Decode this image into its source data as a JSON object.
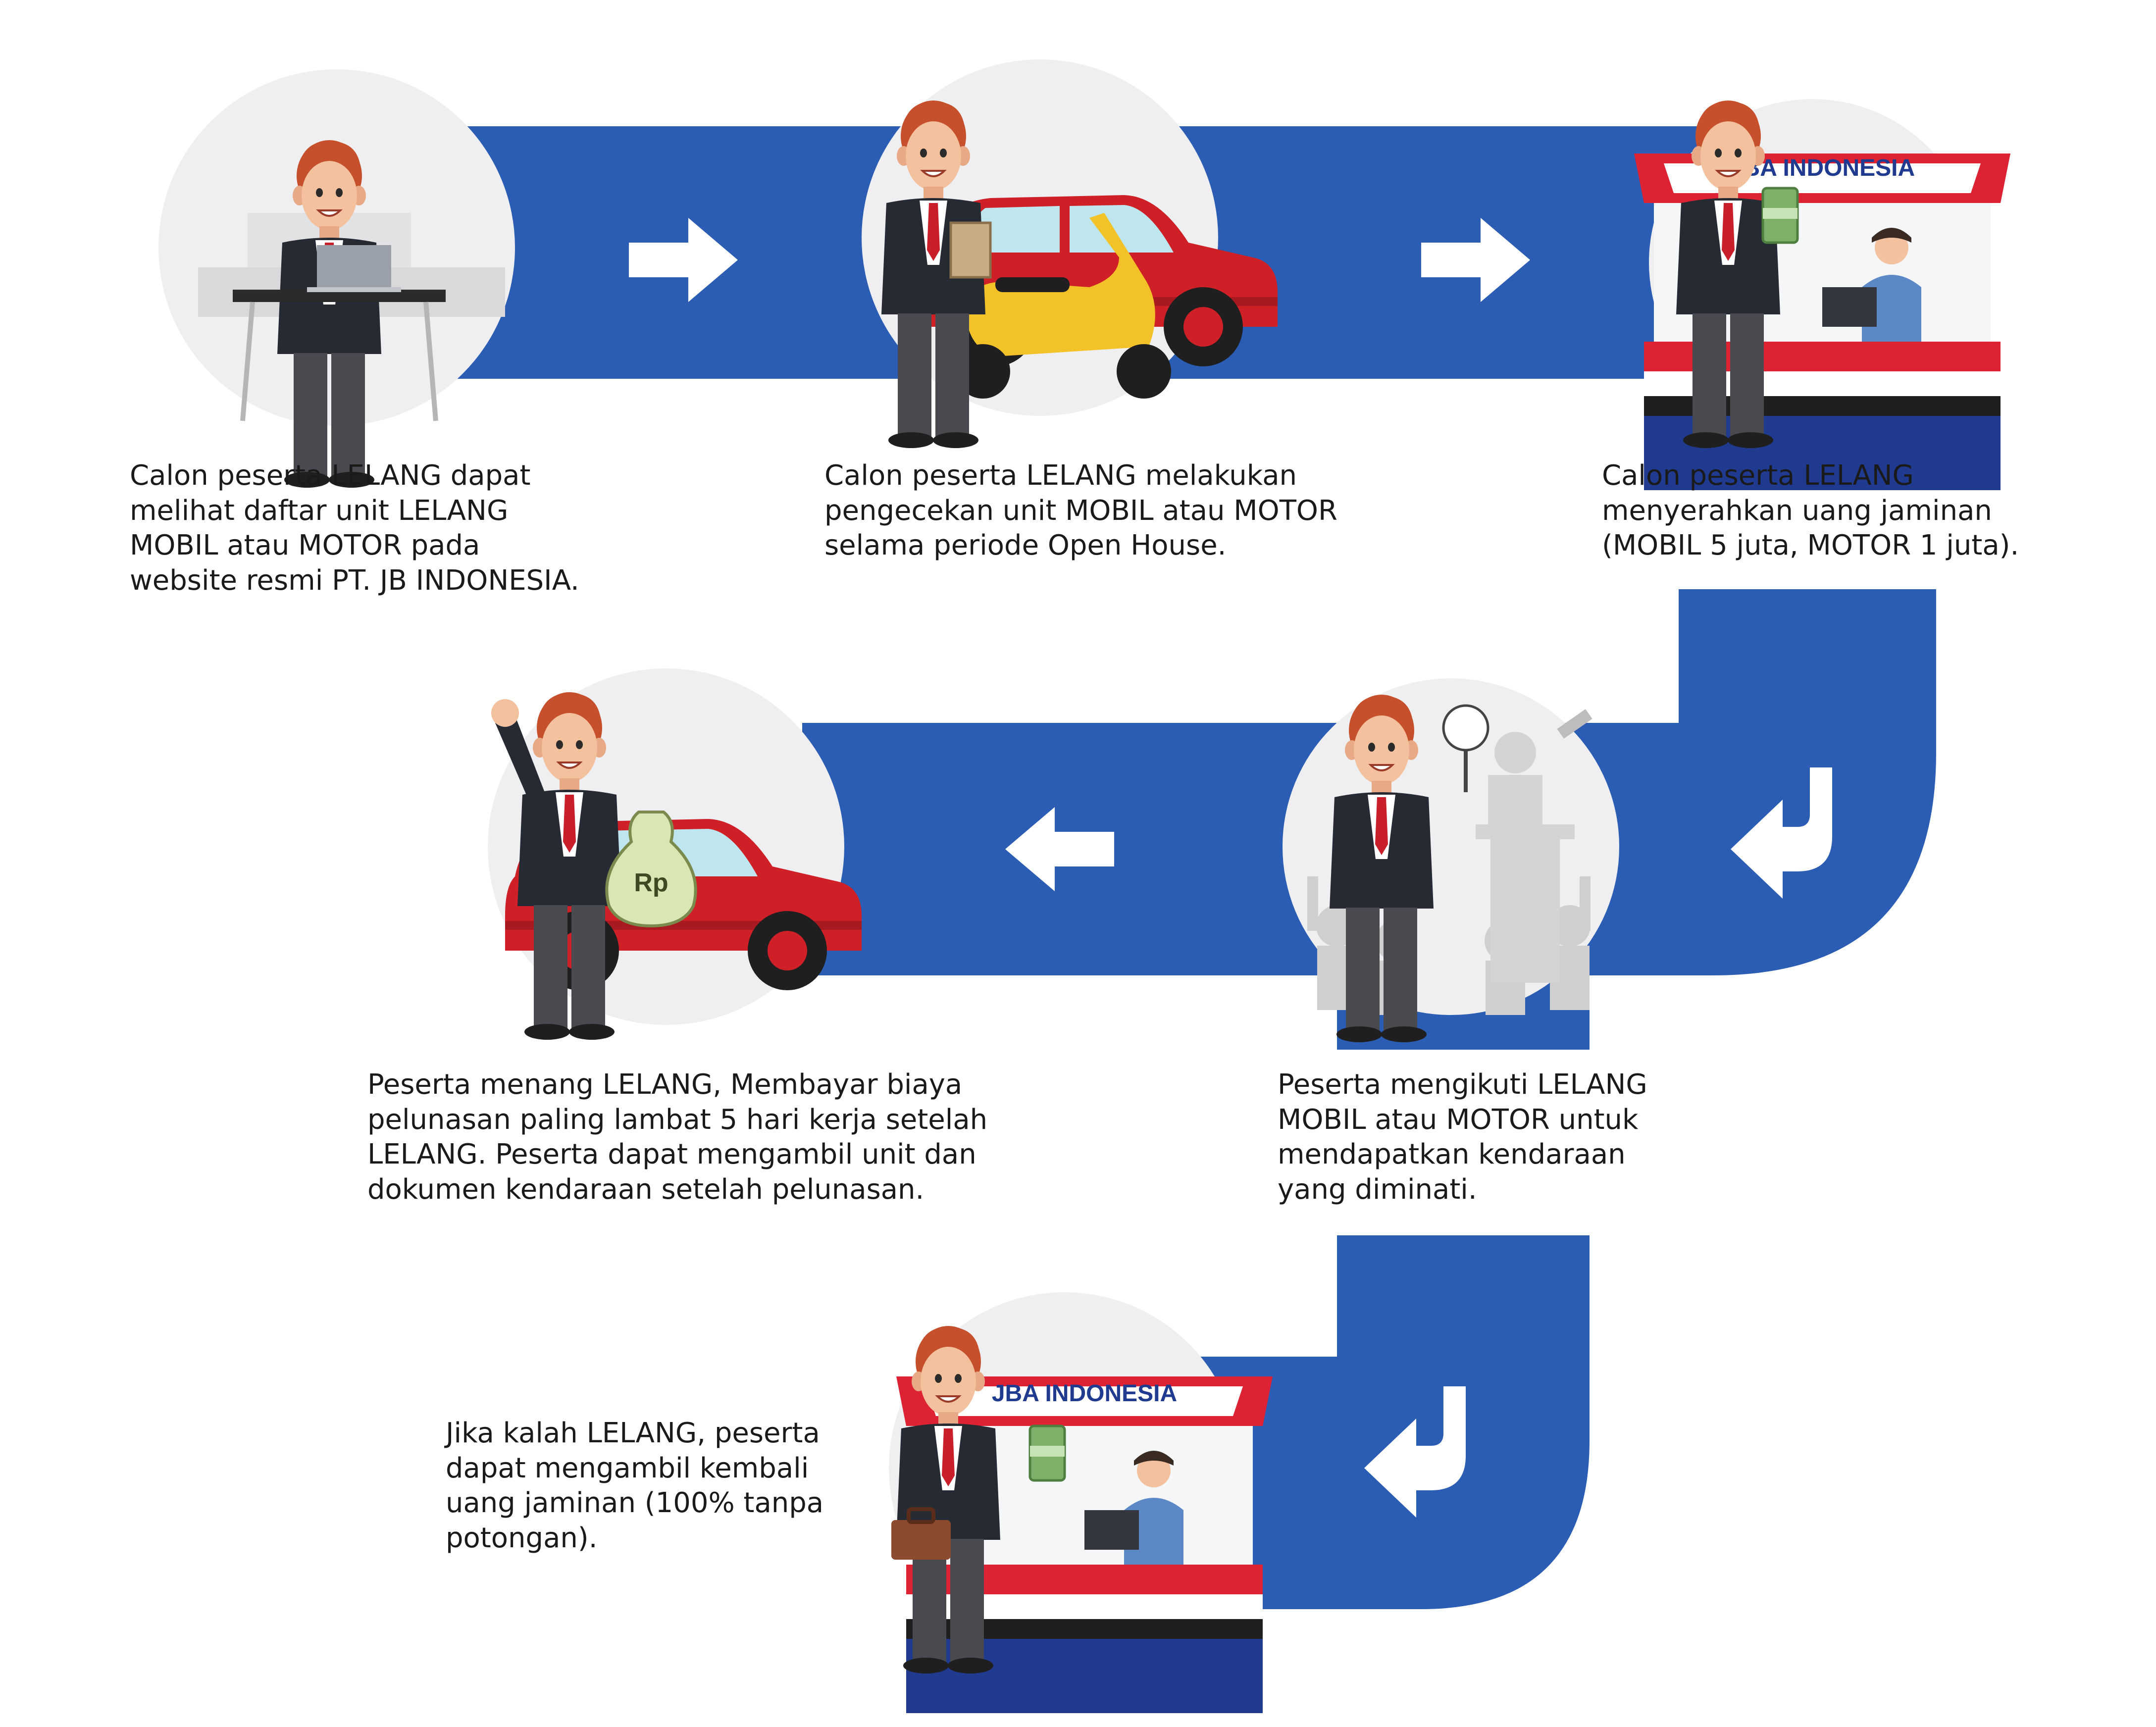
{
  "colors": {
    "flow_band": "#2a5db3",
    "arrow": "#ffffff",
    "circle_bg": "#efeff1",
    "suit": "#262a33",
    "shirt": "#ffffff",
    "tie": "#c81f2a",
    "trousers": "#494a4f",
    "skin": "#f3c19e",
    "hair": "#c5502b",
    "car_body": "#cf2027",
    "car_window": "#bfe6ef",
    "scooter": "#f2c228",
    "booth_red": "#dd2233",
    "booth_blue": "#1f3a8f",
    "money": "#7fb06a",
    "crowd_gray": "#cfcfcf",
    "text": "#1a1a1a"
  },
  "steps": [
    {
      "id": "step-1",
      "illustration": "man-at-laptop-desk",
      "lines": [
        "Calon peserta LELANG dapat",
        "melihat daftar unit LELANG",
        "MOBIL atau MOTOR pada",
        "website resmi PT. JB INDONESIA."
      ]
    },
    {
      "id": "step-2",
      "illustration": "man-inspecting-car-and-scooter",
      "lines": [
        "Calon peserta LELANG melakukan",
        "pengecekan unit MOBIL atau MOTOR",
        "selama periode Open House."
      ]
    },
    {
      "id": "step-3",
      "illustration": "man-paying-at-booth",
      "booth_sign": "JBA INDONESIA",
      "lines": [
        "Calon peserta LELANG",
        "menyerahkan uang jaminan",
        "(MOBIL 5 juta, MOTOR 1 juta)."
      ]
    },
    {
      "id": "step-4",
      "illustration": "man-bidding-at-auction",
      "lines": [
        "Peserta mengikuti LELANG",
        "MOBIL atau MOTOR untuk",
        "mendapatkan kendaraan",
        "yang diminati."
      ]
    },
    {
      "id": "step-5",
      "illustration": "man-winning-with-car-and-money-bag",
      "bag_label": "Rp",
      "lines": [
        "Peserta menang LELANG, Membayar biaya",
        "pelunasan paling lambat 5 hari kerja setelah",
        "LELANG. Peserta dapat mengambil unit dan",
        "dokumen kendaraan setelah pelunasan."
      ]
    },
    {
      "id": "step-6",
      "illustration": "man-receiving-refund-at-booth",
      "booth_sign": "JBA INDONESIA",
      "lines": [
        "Jika kalah LELANG, peserta",
        "dapat mengambil kembali",
        "uang jaminan (100% tanpa",
        "potongan)."
      ]
    }
  ],
  "icons": [
    "arrow-right-icon",
    "arrow-right-icon",
    "arrow-down-left-icon",
    "arrow-left-icon",
    "arrow-down-left-icon"
  ]
}
